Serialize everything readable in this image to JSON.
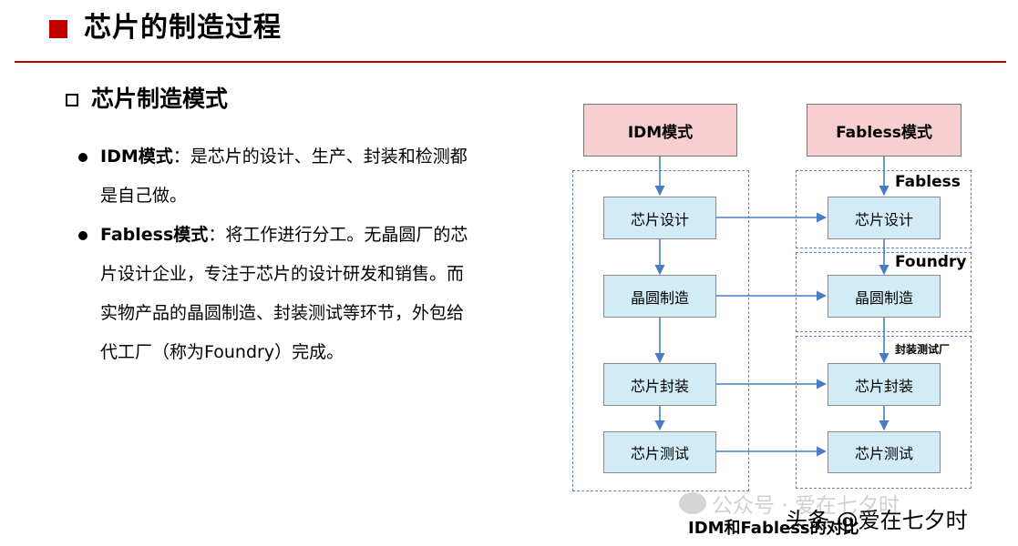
{
  "header": {
    "title": "芯片的制造过程"
  },
  "section": {
    "title": "芯片制造模式"
  },
  "bullets": [
    {
      "term": "IDM模式",
      "lines": [
        "：是芯片的设计、生产、封装和检测都",
        "是自己做。"
      ]
    },
    {
      "term": "Fabless模式",
      "lines": [
        "：将工作进行分工。无晶圆厂的芯",
        "片设计企业，专注于芯片的设计研发和销售。而",
        "实物产品的晶圆制造、封装测试等环节，外包给",
        "代工厂（称为Foundry）完成。"
      ]
    }
  ],
  "diagram": {
    "idm_title": "IDM模式",
    "fabless_title": "Fabless模式",
    "idm_steps": [
      "芯片设计",
      "晶圆制造",
      "芯片封装",
      "芯片测试"
    ],
    "fabless_steps": [
      "芯片设计",
      "晶圆制造",
      "芯片封装",
      "芯片测试"
    ],
    "group_labels": {
      "fabless": "Fabless",
      "foundry": "Foundry",
      "packaging": "封装测试厂"
    },
    "caption": "IDM和Fabless的对比",
    "colors": {
      "top_box": "#f8cfd1",
      "step_box": "#d1ecf7",
      "arrow": "#4a7cc4",
      "dashed_border": "#5a86c4",
      "accent": "#c00000"
    }
  },
  "watermark": {
    "line1": "公众号 · 爱在七夕时",
    "line2": "头条 @爱在七夕时"
  }
}
